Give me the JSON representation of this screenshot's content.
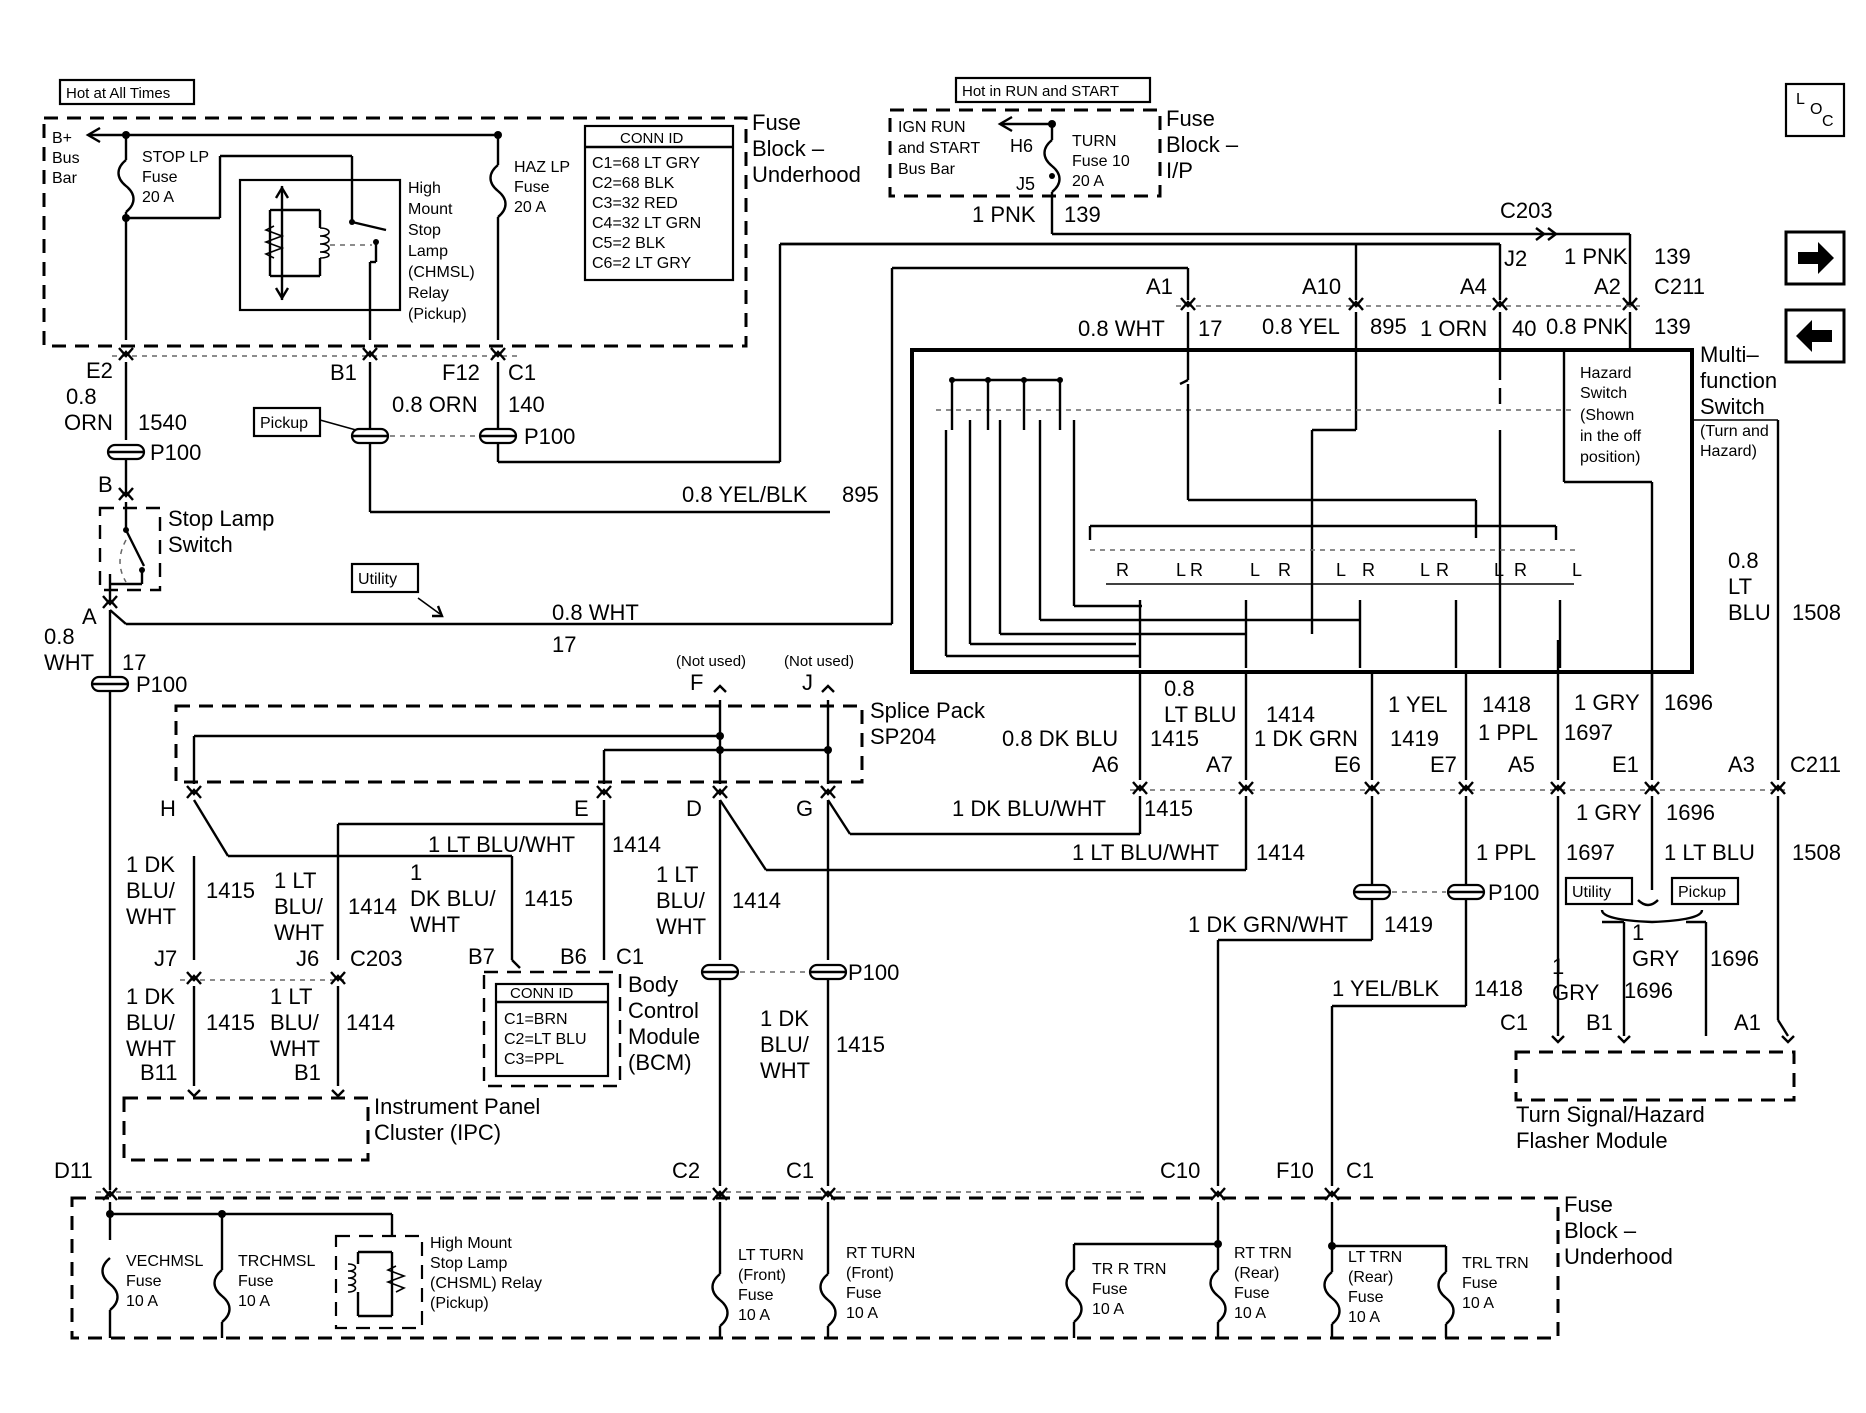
{
  "labels": {
    "hot_all_times": "Hot at All Times",
    "hot_run_start": "Hot in RUN and START",
    "fuse_block_underhood_top": [
      "Fuse",
      "Block –",
      "Underhood"
    ],
    "fuse_block_ip": [
      "Fuse",
      "Block –",
      "I/P"
    ],
    "fuse_block_underhood_bottom": [
      "Fuse",
      "Block –",
      "Underhood"
    ],
    "bplus_bus_bar": [
      "B+",
      "Bus",
      "Bar"
    ],
    "ign_run_bus": [
      "IGN RUN",
      "and START",
      "Bus Bar"
    ],
    "stop_lp_fuse": [
      "STOP LP",
      "Fuse",
      "20 A"
    ],
    "haz_lp_fuse": [
      "HAZ LP",
      "Fuse",
      "20 A"
    ],
    "turn_fuse": [
      "TURN",
      "Fuse 10",
      "20 A"
    ],
    "chmsl_relay_top": [
      "High",
      "Mount",
      "Stop",
      "Lamp",
      "(CHMSL)",
      "Relay",
      "(Pickup)"
    ],
    "conn_id_top_title": "CONN ID",
    "conn_id_top": [
      "C1=68 LT GRY",
      "C2=68 BLK",
      "C3=32 RED",
      "C4=32 LT GRN",
      "C5=2 BLK",
      "C6=2 LT GRY"
    ],
    "conn_id_bcm_title": "CONN ID",
    "conn_id_bcm": [
      "C1=BRN",
      "C2=LT BLU",
      "C3=PPL"
    ],
    "stop_lamp_switch": [
      "Stop Lamp",
      "Switch"
    ],
    "multifunction_switch": [
      "Multi–",
      "function",
      "Switch"
    ],
    "multifunction_sub": [
      "(Turn and",
      "Hazard)"
    ],
    "hazard_switch": [
      "Hazard",
      "Switch",
      "(Shown",
      "in the off",
      "position)"
    ],
    "splice_pack": [
      "Splice Pack",
      "SP204"
    ],
    "bcm": [
      "Body",
      "Control",
      "Module",
      "(BCM)"
    ],
    "ipc": [
      "Instrument Panel",
      "Cluster (IPC)"
    ],
    "flasher": [
      "Turn Signal/Hazard",
      "Flasher Module"
    ],
    "pickup": "Pickup",
    "utility": "Utility",
    "not_used": "(Not used)",
    "loc": [
      "L",
      "O",
      "C"
    ]
  },
  "pins": {
    "e2": "E2",
    "b1": "B1",
    "f12": "F12",
    "c1": "C1",
    "h6": "H6",
    "j5": "J5",
    "c203": "C203",
    "j2": "J2",
    "a2": "A2",
    "c211": "C211",
    "a1": "A1",
    "a10": "A10",
    "a4": "A4",
    "b": "B",
    "a": "A",
    "f": "F",
    "j": "J",
    "h": "H",
    "e": "E",
    "d": "D",
    "g": "G",
    "a6": "A6",
    "a7": "A7",
    "e6": "E6",
    "e7": "E7",
    "a5": "A5",
    "e1": "E1",
    "a3": "A3",
    "j7": "J7",
    "j6": "J6",
    "b7": "B7",
    "b6": "B6",
    "b11": "B11",
    "fc1": "C1",
    "fb1": "B1",
    "fa1": "A1",
    "d11": "D11",
    "c2": "C2",
    "c10": "C10",
    "f10": "F10",
    "p100": "P100",
    "r": "R",
    "ll": "L"
  },
  "wires": {
    "pnk_top": "1 PNK",
    "n139": "139",
    "orn_0_8": "0.8",
    "orn": "ORN",
    "n1540": "1540",
    "orn_140": "0.8 ORN",
    "n140": "140",
    "wht_08": "0.8 WHT",
    "n17": "17",
    "yel_08": "0.8 YEL",
    "n895": "895",
    "orn_1": "1 ORN",
    "n40": "40",
    "pnk_08": "0.8 PNK",
    "yelblk": "0.8 YEL/BLK",
    "wht_left_top": "0.8",
    "wht_left_bot": "WHT",
    "ltblu_r": [
      "0.8",
      "LT",
      "BLU"
    ],
    "n1508": "1508",
    "dkblu_08": "0.8 DK BLU",
    "n1415": "1415",
    "ltblu_08": [
      "0.8",
      "LT BLU"
    ],
    "n1414": "1414",
    "dkgrn_1": "1 DK GRN",
    "n1419": "1419",
    "yel_1": "1 YEL",
    "n1418": "1418",
    "ppl_1": "1 PPL",
    "n1697": "1697",
    "gry_1": "1 GRY",
    "n1696": "1696",
    "dkbluwht_1": "1 DK BLU/WHT",
    "ltbluwht_1": "1 LT BLU/WHT",
    "ltblu_1": "1 LT BLU",
    "dkgrnwht_1": "1 DK GRN/WHT",
    "yelblk_1": "1 YEL/BLK",
    "dkbluwht_stack": [
      "1 DK",
      "BLU/",
      "WHT"
    ],
    "ltbluwht_stack": [
      "1 LT",
      "BLU/",
      "WHT"
    ],
    "dkbluwht_stack2": [
      "1",
      "DK BLU/",
      "WHT"
    ],
    "ltblu_slash": [
      "1 LT",
      "BLU/",
      "WHT"
    ],
    "gry_stack": [
      "1",
      "GRY"
    ],
    "gry_stack2": [
      "1",
      "GRY"
    ]
  },
  "fuses_bottom": {
    "vechmsl": [
      "VECHMSL",
      "Fuse",
      "10 A"
    ],
    "trchmsl": [
      "TRCHMSL",
      "Fuse",
      "10 A"
    ],
    "chmsl_relay": [
      "High Mount",
      "Stop Lamp",
      "(CHSML) Relay",
      "(Pickup)"
    ],
    "lt_turn": [
      "LT TURN",
      "(Front)",
      "Fuse",
      "10 A"
    ],
    "rt_turn": [
      "RT TURN",
      "(Front)",
      "Fuse",
      "10 A"
    ],
    "tr_r_trn": [
      "TR R TRN",
      "Fuse",
      "10 A"
    ],
    "rt_trn_rear": [
      "RT TRN",
      "(Rear)",
      "Fuse",
      "10 A"
    ],
    "lt_trn_rear": [
      "LT TRN",
      "(Rear)",
      "Fuse",
      "10 A"
    ],
    "trl_trn": [
      "TRL TRN",
      "Fuse",
      "10 A"
    ]
  }
}
